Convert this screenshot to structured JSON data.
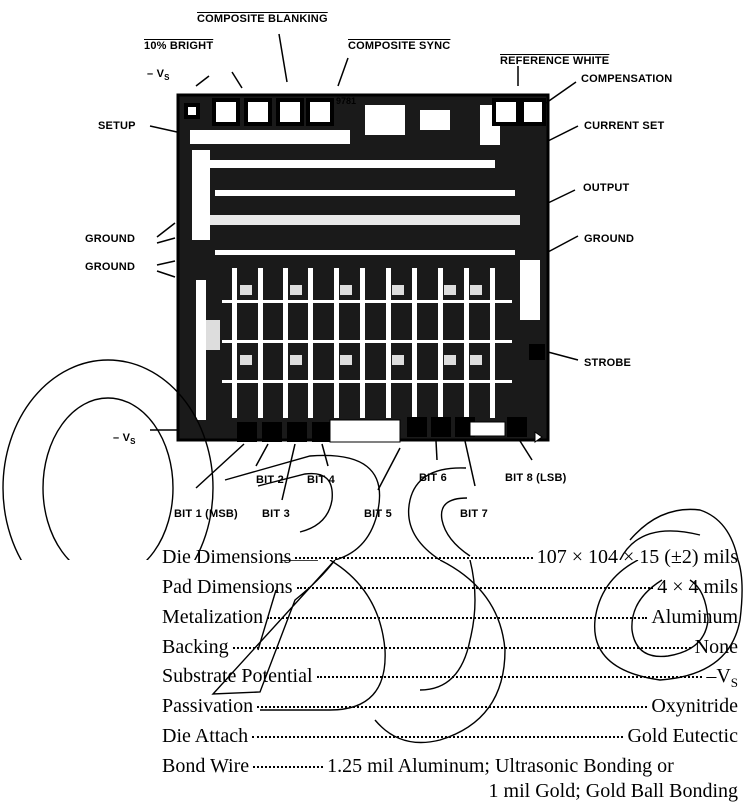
{
  "die": {
    "part_number": "9781",
    "labels": {
      "composite_blanking": "COMPOSITE BLANKING",
      "bright_10": "10% BRIGHT",
      "composite_sync": "COMPOSITE SYNC",
      "reference_white": "REFERENCE WHITE",
      "neg_vs_top": "– V",
      "compensation": "COMPENSATION",
      "setup": "SETUP",
      "current_set": "CURRENT SET",
      "output": "OUTPUT",
      "ground_left_1": "GROUND",
      "ground_left_2": "GROUND",
      "ground_right": "GROUND",
      "strobe": "STROBE",
      "neg_vs_bottom": "– V",
      "bit1": "BIT 1 (MSB)",
      "bit2": "BIT 2",
      "bit3": "BIT 3",
      "bit4": "BIT 4",
      "bit5": "BIT 5",
      "bit6": "BIT 6",
      "bit7": "BIT 7",
      "bit8": "BIT 8 (LSB)",
      "vs_subscript": "S"
    }
  },
  "watermark": "OBSO",
  "specs": [
    {
      "label": "Die Dimensions",
      "value": "107 × 104 × 15 (±2) mils"
    },
    {
      "label": "Pad Dimensions",
      "value": "4 × 4 mils"
    },
    {
      "label": "Metalization",
      "value": "Aluminum"
    },
    {
      "label": "Backing",
      "value": "None"
    },
    {
      "label": "Substrate Potential",
      "value": "–V"
    },
    {
      "label": "Passivation",
      "value": "Oxynitride"
    },
    {
      "label": "Die Attach",
      "value": "Gold Eutectic"
    },
    {
      "label": "Bond Wire",
      "value": "1.25 mil Aluminum; Ultrasonic Bonding or"
    }
  ],
  "bond_wire_continuation": "1 mil Gold; Gold Ball Bonding",
  "substrate_subscript": "S"
}
